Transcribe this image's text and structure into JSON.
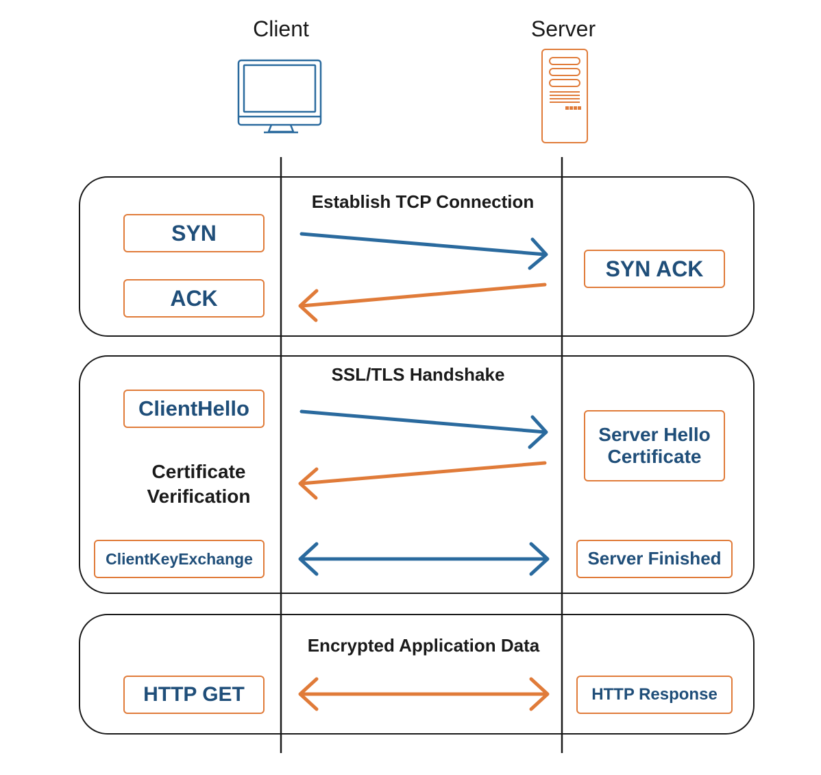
{
  "actors": {
    "client": {
      "label": "Client",
      "icon": "monitor-icon"
    },
    "server": {
      "label": "Server",
      "icon": "server-tower-icon"
    }
  },
  "colors": {
    "blue": "#2a6a9e",
    "orange": "#e07b39",
    "text_blue": "#1f4e79",
    "line": "#1a1a1a"
  },
  "phases": {
    "tcp": {
      "title": "Establish TCP Connection",
      "client_messages": [
        "SYN",
        "ACK"
      ],
      "server_messages": [
        "SYN ACK"
      ]
    },
    "tls": {
      "title": "SSL/TLS Handshake",
      "client_message": "ClientHello",
      "client_note_line1": "Certificate",
      "client_note_line2": "Verification",
      "server_message_line1": "Server Hello",
      "server_message_line2": "Certificate",
      "client_key_exchange": "ClientKeyExchange",
      "server_finished": "Server Finished"
    },
    "data": {
      "title": "Encrypted Application Data",
      "client_message": "HTTP GET",
      "server_message": "HTTP Response"
    }
  }
}
